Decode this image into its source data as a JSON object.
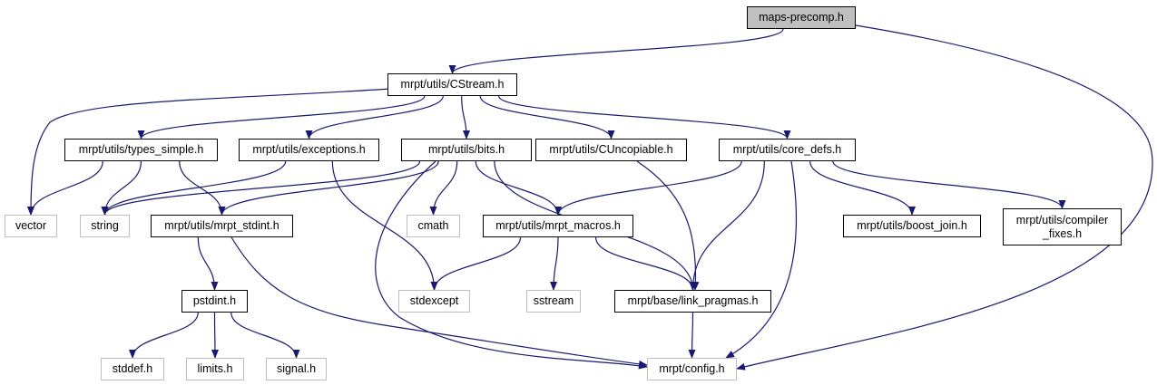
{
  "title": "maps-precomp.h include dependency graph",
  "colors": {
    "edge": "#191970",
    "root_fill": "#bfbfbf",
    "external_border": "#bfbfbf"
  },
  "nodes": [
    {
      "id": "root",
      "label": "maps-precomp.h",
      "kind": "root"
    },
    {
      "id": "cstream",
      "label": "mrpt/utils/CStream.h",
      "kind": "normal"
    },
    {
      "id": "types_simple",
      "label": "mrpt/utils/types_simple.h",
      "kind": "normal"
    },
    {
      "id": "exceptions",
      "label": "mrpt/utils/exceptions.h",
      "kind": "normal"
    },
    {
      "id": "bits",
      "label": "mrpt/utils/bits.h",
      "kind": "normal"
    },
    {
      "id": "cuncopiable",
      "label": "mrpt/utils/CUncopiable.h",
      "kind": "normal"
    },
    {
      "id": "core_defs",
      "label": "mrpt/utils/core_defs.h",
      "kind": "normal"
    },
    {
      "id": "vector",
      "label": "vector",
      "kind": "external"
    },
    {
      "id": "string",
      "label": "string",
      "kind": "external"
    },
    {
      "id": "mrpt_stdint",
      "label": "mrpt/utils/mrpt_stdint.h",
      "kind": "normal"
    },
    {
      "id": "cmath",
      "label": "cmath",
      "kind": "external"
    },
    {
      "id": "mrpt_macros",
      "label": "mrpt/utils/mrpt_macros.h",
      "kind": "normal"
    },
    {
      "id": "boost_join",
      "label": "mrpt/utils/boost_join.h",
      "kind": "normal"
    },
    {
      "id": "compiler_fixes",
      "label": "mrpt/utils/compiler\n_fixes.h",
      "kind": "normal"
    },
    {
      "id": "pstdint",
      "label": "pstdint.h",
      "kind": "normal"
    },
    {
      "id": "stdexcept",
      "label": "stdexcept",
      "kind": "external"
    },
    {
      "id": "sstream",
      "label": "sstream",
      "kind": "external"
    },
    {
      "id": "link_pragmas",
      "label": "mrpt/base/link_pragmas.h",
      "kind": "normal"
    },
    {
      "id": "stddef",
      "label": "stddef.h",
      "kind": "external"
    },
    {
      "id": "limits",
      "label": "limits.h",
      "kind": "external"
    },
    {
      "id": "signal",
      "label": "signal.h",
      "kind": "external"
    },
    {
      "id": "config",
      "label": "mrpt/config.h",
      "kind": "external"
    }
  ],
  "edges": [
    [
      "root",
      "cstream"
    ],
    [
      "root",
      "config"
    ],
    [
      "cstream",
      "vector"
    ],
    [
      "cstream",
      "types_simple"
    ],
    [
      "cstream",
      "exceptions"
    ],
    [
      "cstream",
      "bits"
    ],
    [
      "cstream",
      "cuncopiable"
    ],
    [
      "cstream",
      "core_defs"
    ],
    [
      "types_simple",
      "vector"
    ],
    [
      "types_simple",
      "string"
    ],
    [
      "types_simple",
      "mrpt_stdint"
    ],
    [
      "exceptions",
      "string"
    ],
    [
      "exceptions",
      "stdexcept"
    ],
    [
      "bits",
      "string"
    ],
    [
      "bits",
      "mrpt_stdint"
    ],
    [
      "bits",
      "cmath"
    ],
    [
      "bits",
      "mrpt_macros"
    ],
    [
      "bits",
      "link_pragmas"
    ],
    [
      "bits",
      "config"
    ],
    [
      "cuncopiable",
      "link_pragmas"
    ],
    [
      "core_defs",
      "mrpt_macros"
    ],
    [
      "core_defs",
      "link_pragmas"
    ],
    [
      "core_defs",
      "config"
    ],
    [
      "core_defs",
      "boost_join"
    ],
    [
      "core_defs",
      "compiler_fixes"
    ],
    [
      "mrpt_stdint",
      "pstdint"
    ],
    [
      "mrpt_stdint",
      "config"
    ],
    [
      "mrpt_macros",
      "stdexcept"
    ],
    [
      "mrpt_macros",
      "sstream"
    ],
    [
      "mrpt_macros",
      "link_pragmas"
    ],
    [
      "pstdint",
      "stddef"
    ],
    [
      "pstdint",
      "limits"
    ],
    [
      "pstdint",
      "signal"
    ],
    [
      "link_pragmas",
      "config"
    ]
  ]
}
